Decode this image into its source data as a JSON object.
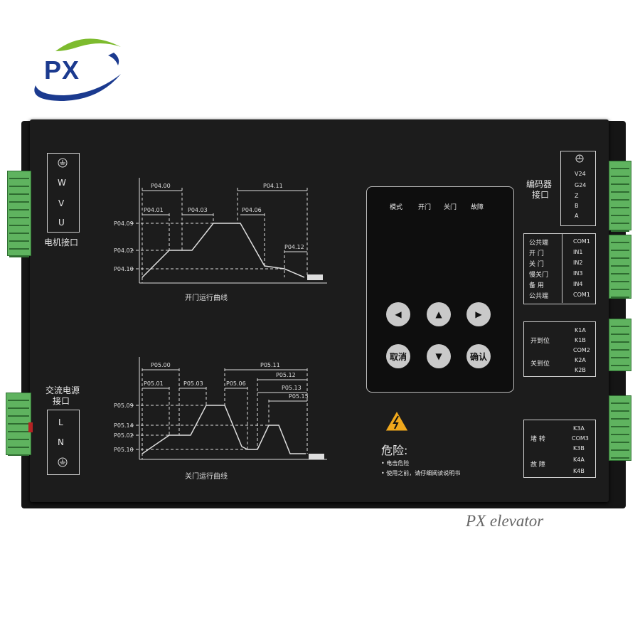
{
  "logo": {
    "text": "PX",
    "colors": {
      "swoosh": "#1b3a8f",
      "leaf": "#7dbb2e"
    }
  },
  "watermark": "PX elevator",
  "motor_port": {
    "title": "电机接口",
    "pins": [
      "U",
      "V",
      "W"
    ]
  },
  "power_port": {
    "title_line1": "交流电源",
    "title_line2": "接口",
    "pins": [
      "L",
      "N"
    ]
  },
  "encoder_port": {
    "title_line1": "编码器",
    "title_line2": "接口",
    "pins": [
      "V24",
      "G24",
      "Z",
      "B",
      "A"
    ]
  },
  "input_port": {
    "labels": [
      "公共端",
      "开  门",
      "关  门",
      "慢关门",
      "备  用",
      "公共端"
    ],
    "pins": [
      "COM1",
      "IN1",
      "IN2",
      "IN3",
      "IN4",
      "COM1"
    ]
  },
  "position_port": {
    "labels": [
      "开到位",
      "关到位"
    ],
    "pins": [
      "K1A",
      "K1B",
      "COM2",
      "K2A",
      "K2B"
    ]
  },
  "fault_port": {
    "labels": [
      "堵  转",
      "故  障"
    ],
    "pins": [
      "K3A",
      "COM3",
      "K3B",
      "K4A",
      "K4B"
    ]
  },
  "open_curve": {
    "caption": "开门运行曲线",
    "params": [
      "P04.00",
      "P04.01",
      "P04.03",
      "P04.11",
      "P04.06",
      "P04.12",
      "P04.09",
      "P04.02",
      "P04.10"
    ]
  },
  "close_curve": {
    "caption": "关门运行曲线",
    "params": [
      "P05.00",
      "P05.01",
      "P05.03",
      "P05.11",
      "P05.06",
      "P05.12",
      "P05.13",
      "P05.15",
      "P05.09",
      "P05.14",
      "P05.02",
      "P05.10"
    ]
  },
  "keypad": {
    "leds": [
      "模式",
      "开门",
      "关门",
      "故障"
    ],
    "keys": {
      "left": "left-arrow-icon",
      "up": "up-arrow-icon",
      "right": "right-arrow-icon",
      "cancel": "取消",
      "down": "down-arrow-icon",
      "confirm": "确认"
    }
  },
  "warning": {
    "title": "危险:",
    "lines": [
      "• 电击危险",
      "• 使用之前，请仔细阅读说明书"
    ]
  }
}
